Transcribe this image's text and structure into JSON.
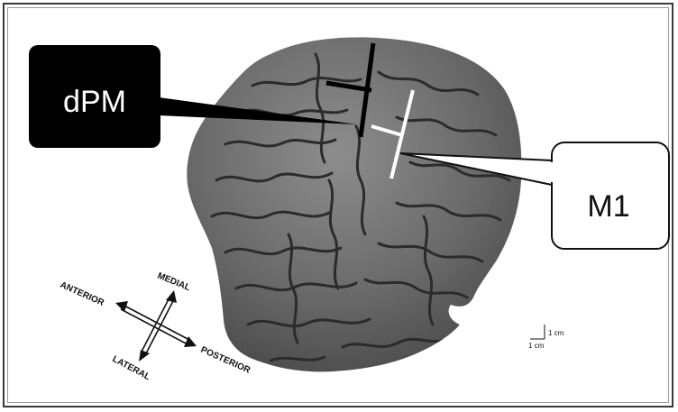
{
  "labels": {
    "dpm": "dPM",
    "m1": "M1"
  },
  "compass": {
    "anterior": "ANTERIOR",
    "medial": "MEDIAL",
    "lateral": "LATERAL",
    "posterior": "POSTERIOR"
  },
  "scale_bar": {
    "vertical": "1 cm",
    "horizontal": "1 cm"
  },
  "colors": {
    "dpm_box": "#000000",
    "m1_box": "#ffffff",
    "brain_base": "#6e6e6e",
    "sulci": "#2b2b2b"
  }
}
